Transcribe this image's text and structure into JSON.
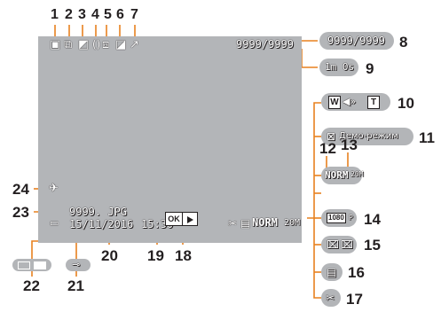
{
  "callouts": {
    "n1": "1",
    "n2": "2",
    "n3": "3",
    "n4": "4",
    "n5": "5",
    "n6": "6",
    "n7": "7",
    "n8": "8",
    "n9": "9",
    "n10": "10",
    "n11": "11",
    "n12": "12",
    "n13": "13",
    "n14": "14",
    "n15": "15",
    "n16": "16",
    "n17": "17",
    "n18": "18",
    "n19": "19",
    "n20": "20",
    "n21": "21",
    "n22": "22",
    "n23": "23",
    "n24": "24"
  },
  "screen": {
    "frame_counter": "9999/9999",
    "file_name": "9999. JPG",
    "date": "15/11/2016",
    "time": "15:30",
    "ok_label": "OK",
    "quality": "NORM",
    "image_size": "20M"
  },
  "side": {
    "frame_counter": "9999/9999",
    "duration": "1m 0s",
    "zoom_w": "W",
    "zoom_t": "T",
    "demo_mode": "Демо-режим",
    "quality": "NORM",
    "image_size": "20M",
    "movie_size": "1080",
    "movie_suffix": "P"
  },
  "colors": {
    "screen": "#b3b5b8",
    "line": "#e8811f",
    "text": "#231f20"
  }
}
